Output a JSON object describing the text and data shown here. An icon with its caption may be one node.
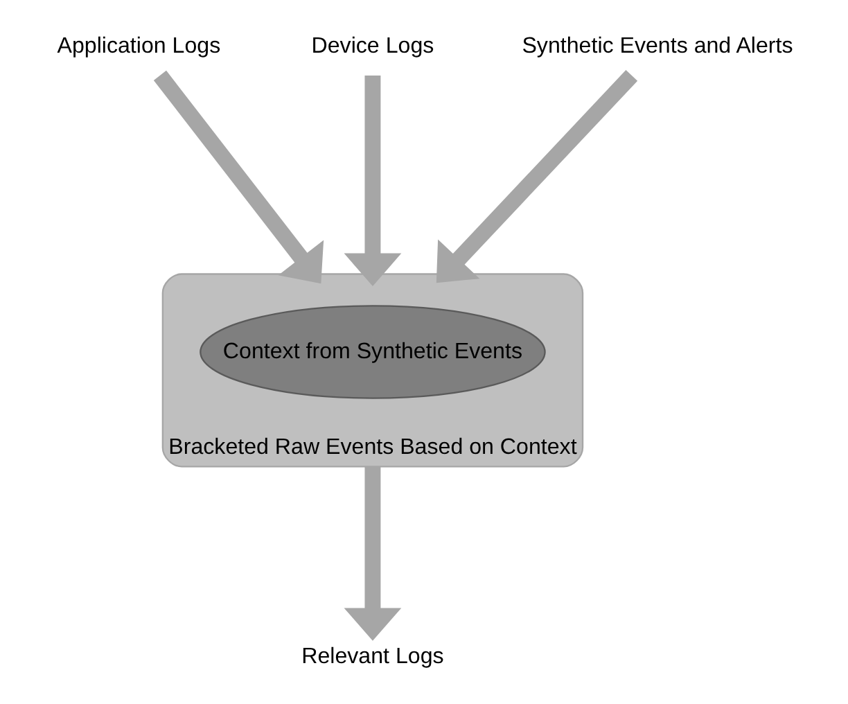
{
  "diagram": {
    "nodes": [
      {
        "text": [
          "Application Logs"
        ]
      },
      {
        "text": [
          "Device Logs"
        ]
      },
      {
        "text": [
          "Synthetic Events and Alerts"
        ]
      },
      {
        "text": [
          "Bracketed Raw Events Based on Context"
        ]
      },
      {
        "text": [
          "Context from Synthetic Events"
        ],
        "in": 3
      },
      {
        "text": [
          "Relevant Logs"
        ]
      }
    ],
    "edges": [
      {
        "from": 0,
        "to": 3,
        "arrow": "to"
      },
      {
        "from": 1,
        "to": 3,
        "arrow": "to"
      },
      {
        "from": 2,
        "to": 3,
        "arrow": "to"
      },
      {
        "from": 3,
        "to": 5,
        "arrow": "to"
      }
    ]
  }
}
